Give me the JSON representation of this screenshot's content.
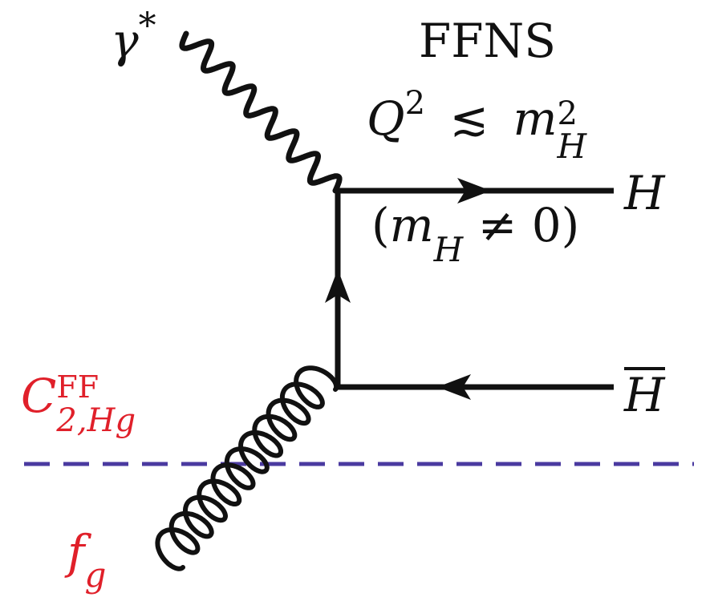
{
  "diagram": {
    "photon": {
      "symbol": "γ",
      "superscript": "*"
    },
    "scheme": {
      "name": "FFNS",
      "condition": {
        "q": "Q",
        "q_exp": "2",
        "relation": "≲",
        "m": "m",
        "m_exp": "2",
        "m_sub": "H"
      }
    },
    "outgoing_quark": {
      "symbol": "H"
    },
    "mass_note": {
      "open": "(",
      "m": "m",
      "sub": "H",
      "rest": " ≠ 0)"
    },
    "outgoing_antiquark": {
      "symbol": "H"
    },
    "coefficient": {
      "symbol": "C",
      "superscript": "FF",
      "subscript": "2,Hg"
    },
    "pdf": {
      "symbol": "f",
      "subscript": "g"
    },
    "colors": {
      "coefficient_label": "#e0202a",
      "pdf_label": "#e0202a",
      "factorization_line": "#4a3aa0",
      "lines": "#111111"
    }
  }
}
